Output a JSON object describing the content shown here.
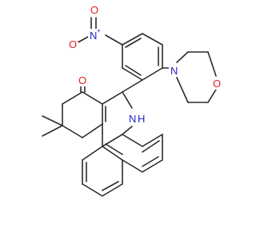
{
  "molecule": {
    "colors": {
      "bond": "#2b2b2b",
      "nitrogen": "#1f23c8",
      "oxygen": "#e02020"
    },
    "labels": {
      "nitro_o_minus": "O",
      "nitro_o_minus_charge": "−",
      "nitro_n": "N",
      "nitro_n_charge": "+",
      "nitro_o_double": "O",
      "morpholine_n": "N",
      "morpholine_o": "O",
      "ketone_o": "O",
      "amine_n": "N",
      "amine_h": "H"
    }
  }
}
